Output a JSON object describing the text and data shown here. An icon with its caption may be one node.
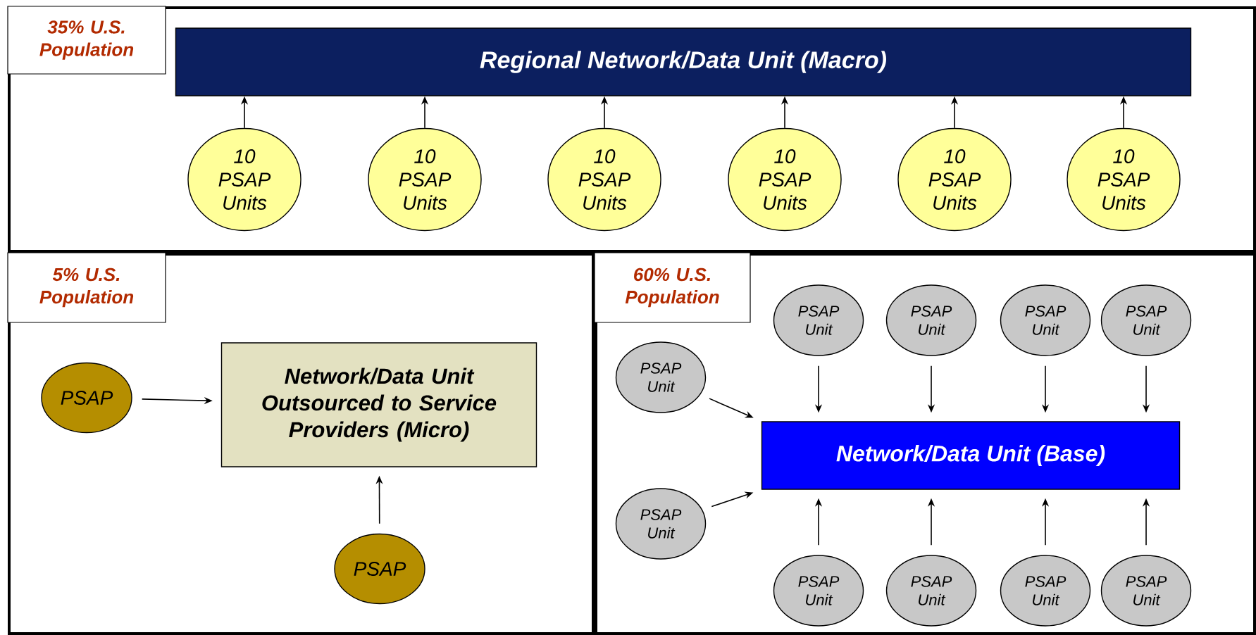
{
  "diagram": {
    "nodes": [
      {
        "text": [
          "35% U.S. Population"
        ]
      },
      {
        "text": [
          "Regional Network/Data Unit (Macro)"
        ],
        "in": 0
      },
      {
        "text": [
          "10 PSAP Units"
        ],
        "in": 0
      },
      {
        "text": [
          "10 PSAP Units"
        ],
        "in": 0
      },
      {
        "text": [
          "10 PSAP Units"
        ],
        "in": 0
      },
      {
        "text": [
          "10 PSAP Units"
        ],
        "in": 0
      },
      {
        "text": [
          "10 PSAP Units"
        ],
        "in": 0
      },
      {
        "text": [
          "10 PSAP Units"
        ],
        "in": 0
      },
      {
        "text": [
          "5% U.S. Population"
        ]
      },
      {
        "text": [
          "Network/Data Unit Outsourced to Service Providers (Micro)"
        ],
        "in": 8
      },
      {
        "text": [
          "PSAP"
        ],
        "in": 8
      },
      {
        "text": [
          "PSAP"
        ],
        "in": 8
      },
      {
        "text": [
          "60% U.S. Population"
        ]
      },
      {
        "text": [
          "Network/Data Unit (Base)"
        ],
        "in": 12
      },
      {
        "text": [
          "PSAP Unit"
        ],
        "in": 12
      },
      {
        "text": [
          "PSAP Unit"
        ],
        "in": 12
      },
      {
        "text": [
          "PSAP Unit"
        ],
        "in": 12
      },
      {
        "text": [
          "PSAP Unit"
        ],
        "in": 12
      },
      {
        "text": [
          "PSAP Unit"
        ],
        "in": 12
      },
      {
        "text": [
          "PSAP Unit"
        ],
        "in": 12
      },
      {
        "text": [
          "PSAP Unit"
        ],
        "in": 12
      },
      {
        "text": [
          "PSAP Unit"
        ],
        "in": 12
      },
      {
        "text": [
          "PSAP Unit"
        ],
        "in": 12
      },
      {
        "text": [
          "PSAP Unit"
        ],
        "in": 12
      }
    ],
    "edges": [
      {
        "from": 2,
        "to": 1,
        "arrow": "to"
      },
      {
        "from": 3,
        "to": 1,
        "arrow": "to"
      },
      {
        "from": 4,
        "to": 1,
        "arrow": "to"
      },
      {
        "from": 5,
        "to": 1,
        "arrow": "to"
      },
      {
        "from": 6,
        "to": 1,
        "arrow": "to"
      },
      {
        "from": 7,
        "to": 1,
        "arrow": "to"
      },
      {
        "from": 10,
        "to": 9,
        "arrow": "to"
      },
      {
        "from": 11,
        "to": 9,
        "arrow": "to"
      },
      {
        "from": 14,
        "to": 13,
        "arrow": "to"
      },
      {
        "from": 15,
        "to": 13,
        "arrow": "to"
      },
      {
        "from": 16,
        "to": 13,
        "arrow": "to"
      },
      {
        "from": 17,
        "to": 13,
        "arrow": "to"
      },
      {
        "from": 18,
        "to": 13,
        "arrow": "to"
      },
      {
        "from": 19,
        "to": 13,
        "arrow": "to"
      },
      {
        "from": 20,
        "to": 13,
        "arrow": "to"
      },
      {
        "from": 21,
        "to": 13,
        "arrow": "to"
      },
      {
        "from": 22,
        "to": 13,
        "arrow": "to"
      },
      {
        "from": 23,
        "to": 13,
        "arrow": "to"
      }
    ]
  }
}
